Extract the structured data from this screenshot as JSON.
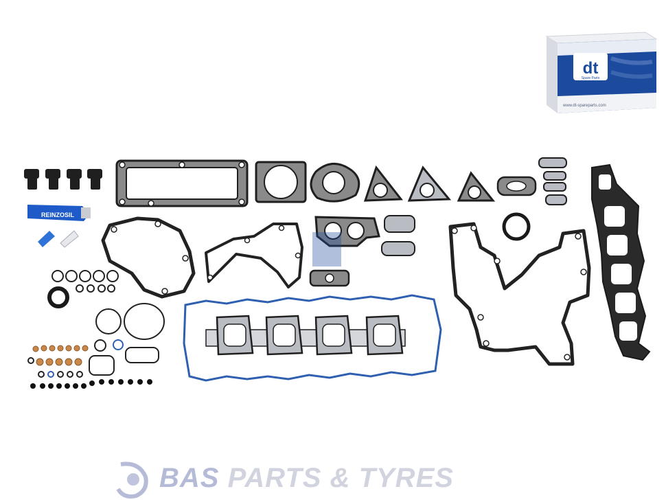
{
  "product_box": {
    "brand_mark": "dt",
    "brand_sub": "Spare Parts",
    "url": "www.dt-spareparts.com"
  },
  "sealant_tube_label": "REINZOSIL",
  "watermark": {
    "brand": "BAS",
    "rest": "PARTS & TYRES"
  },
  "colors": {
    "box_blue": "#1c4a9c",
    "gasket_dark": "#2a2a2a",
    "gasket_fill": "#8a8a8a",
    "metal_gasket": "#b9bcc2",
    "valve_cover_gasket": "#2f5fb0",
    "copper_washer": "#c9874a",
    "tube_blue": "#1e5bc8"
  }
}
